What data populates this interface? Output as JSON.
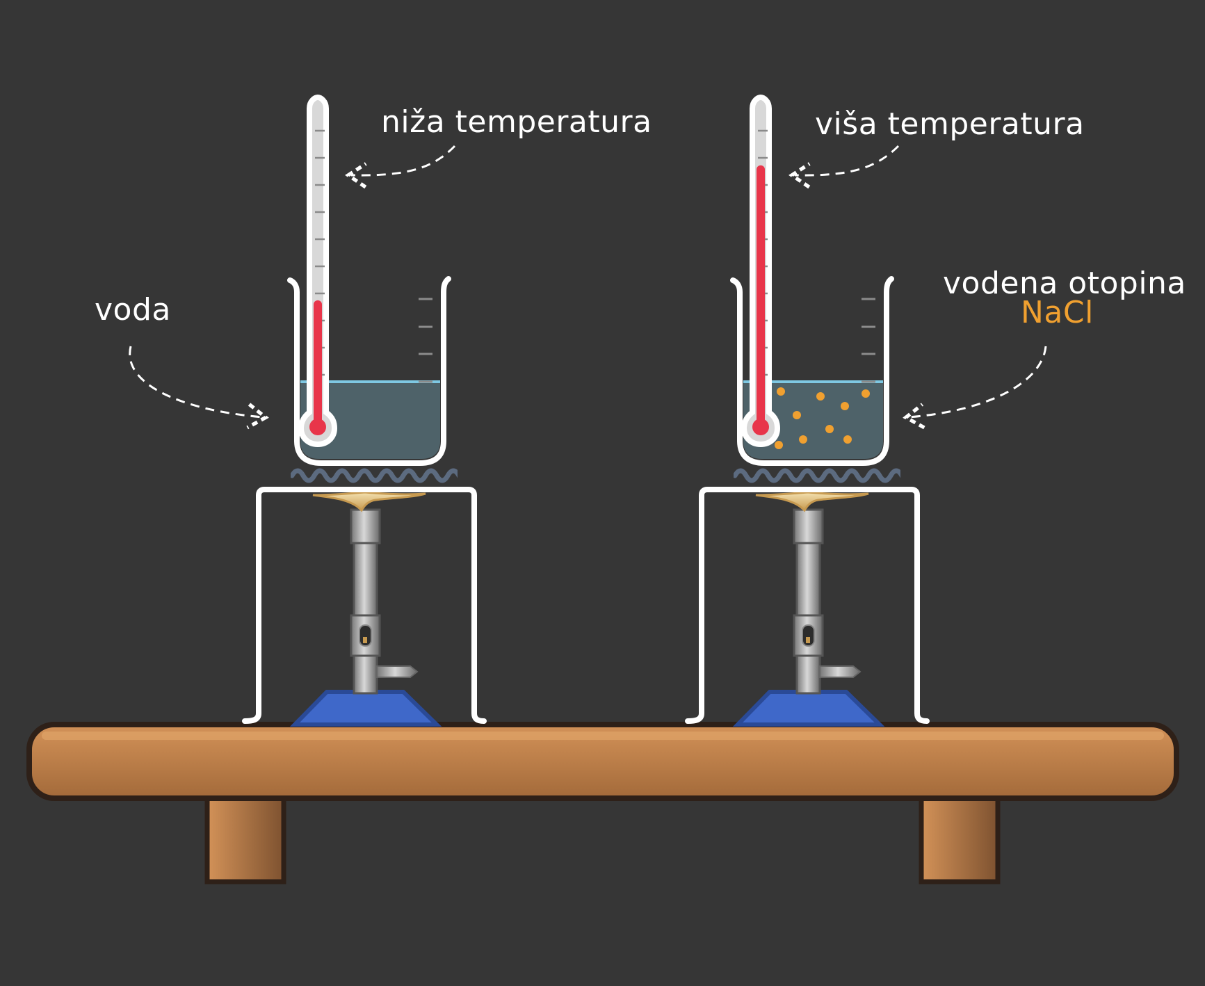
{
  "labels": {
    "voda": "voda",
    "niza_temperatura": "niža temperatura",
    "visa_temperatura": "viša temperatura",
    "vodena_otopina": "vodena otopina",
    "nacl": "NaCl"
  },
  "thermometers": {
    "left_level": 0.39,
    "right_level": 0.81
  },
  "colors": {
    "background": "#363636",
    "outline": "#ffffff",
    "mercury": "#e8354a",
    "water": "#4e6269",
    "water_surface": "#7ec8e3",
    "salt_particles": "#f0a030",
    "burner_base": "#3f68c9",
    "table": "#c98a50",
    "gauze": "#5c6b80",
    "label_accent": "#f0a030"
  }
}
